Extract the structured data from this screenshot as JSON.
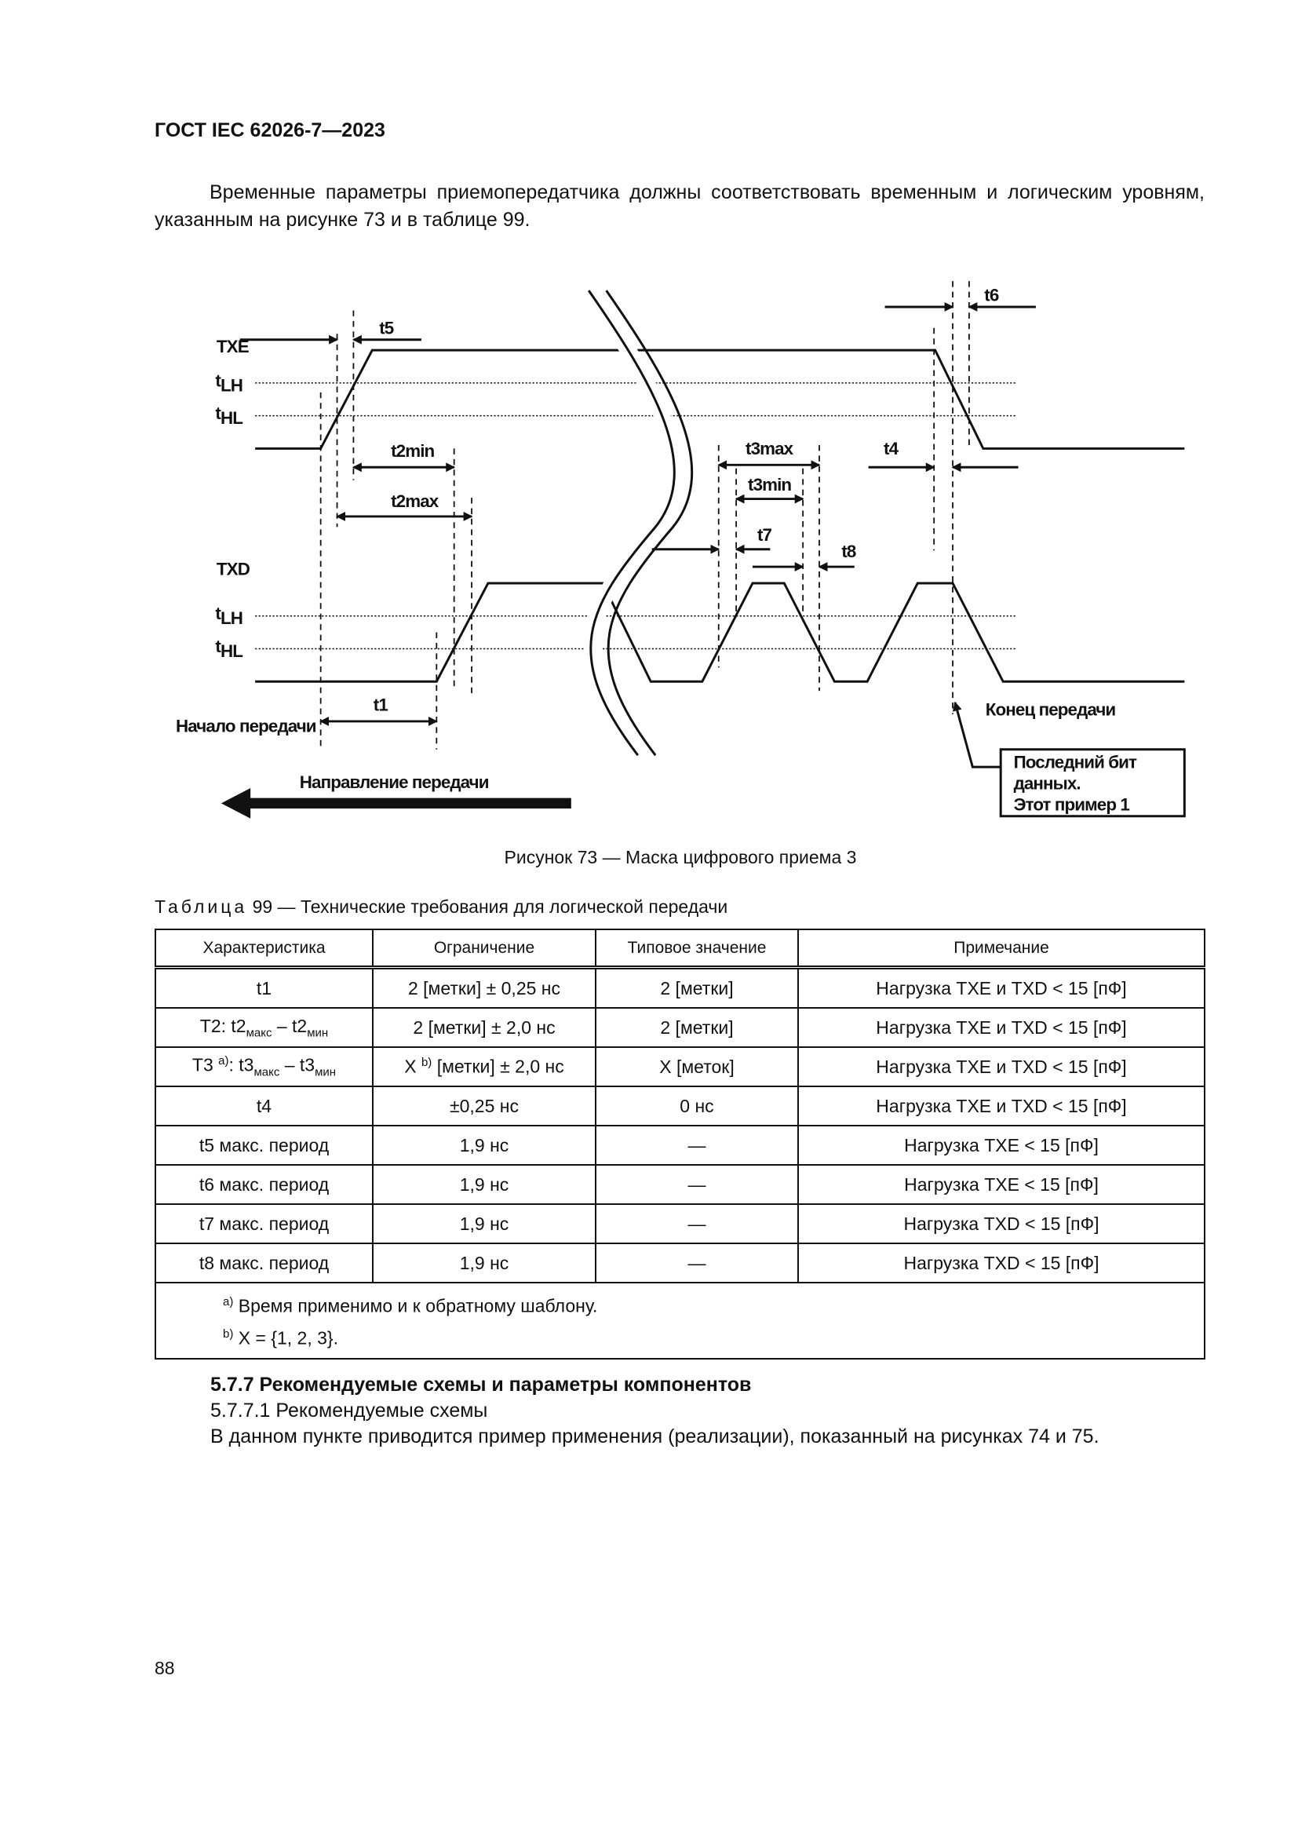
{
  "header": {
    "doc_id": "ГОСТ IEC 62026-7—2023"
  },
  "intro": "Временные параметры приемопередатчика должны соответствовать временным и логическим уровням, указанным на рисунке 73 и в таблице 99.",
  "figure": {
    "signals": {
      "txe": "TXE",
      "txd": "TXD",
      "t": "t",
      "lh": "LH",
      "hl": "HL"
    },
    "labels": {
      "t1": "t1",
      "t2min": "t2min",
      "t2max": "t2max",
      "t3max": "t3max",
      "t3min": "t3min",
      "t4": "t4",
      "t5": "t5",
      "t6": "t6",
      "t7": "t7",
      "t8": "t8"
    },
    "start": "Начало передачи",
    "end": "Конец передачи",
    "direction": "Направление передачи",
    "note_lines": [
      "Последний бит",
      "данных.",
      "Этот пример 1"
    ],
    "caption": "Рисунок 73 — Маска цифрового приема 3"
  },
  "table": {
    "caption_prefix": "Таблица",
    "caption": "99 — Технические требования для логической передачи",
    "headers": [
      "Характеристика",
      "Ограничение",
      "Типовое значение",
      "Примечание"
    ],
    "rows": [
      {
        "c1": "t1",
        "c2": "2 [метки] ± 0,25 нс",
        "c3": "2 [метки]",
        "c4": "Нагрузка TXE и TXD < 15 [пФ]"
      },
      {
        "c1a": "T2: t2",
        "c1s1": "макс",
        "c1b": " – t2",
        "c1s2": "мин",
        "c2": "2 [метки] ± 2,0 нс",
        "c3": "2 [метки]",
        "c4": "Нагрузка TXE и TXD < 15 [пФ]"
      },
      {
        "c1a": "T3 ",
        "c1sup": "а)",
        "c1b": ": t3",
        "c1s1": "макс",
        "c1c": " – t3",
        "c1s2": "мин",
        "c2a": "X ",
        "c2sup": "b)",
        "c2b": " [метки] ± 2,0 нс",
        "c3": "X [меток]",
        "c4": "Нагрузка TXE и TXD < 15 [пФ]"
      },
      {
        "c1": "t4",
        "c2": "±0,25 нс",
        "c3": "0 нс",
        "c4": "Нагрузка TXE и TXD < 15 [пФ]"
      },
      {
        "c1": "t5 макс. период",
        "c2": "1,9 нс",
        "c3": "—",
        "c4": "Нагрузка TXE < 15 [пФ]"
      },
      {
        "c1": "t6 макс. период",
        "c2": "1,9 нс",
        "c3": "—",
        "c4": "Нагрузка TXE < 15 [пФ]"
      },
      {
        "c1": "t7 макс. период",
        "c2": "1,9 нс",
        "c3": "—",
        "c4": "Нагрузка TXD < 15 [пФ]"
      },
      {
        "c1": "t8 макс. период",
        "c2": "1,9 нс",
        "c3": "—",
        "c4": "Нагрузка TXD < 15 [пФ]"
      }
    ],
    "notes": [
      {
        "mark": "а)",
        "text": " Время применимо и к обратному шаблону."
      },
      {
        "mark": "b)",
        "text": " X = {1, 2, 3}."
      }
    ]
  },
  "section": {
    "heading": "5.7.7 Рекомендуемые схемы и параметры компонентов",
    "subheading": "5.7.7.1 Рекомендуемые схемы",
    "text": "В данном пункте приводится пример применения (реализации), показанный на рисунках 74 и 75."
  },
  "page_number": "88"
}
